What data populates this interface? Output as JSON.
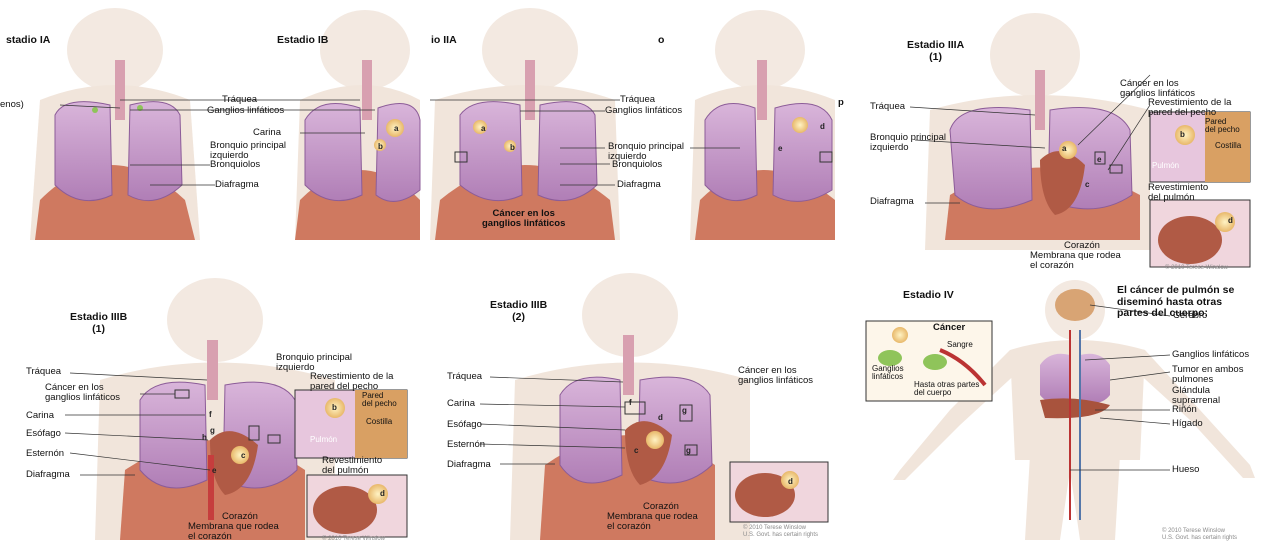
{
  "panels": {
    "p1": {
      "title": "stadio IA",
      "partial": "enos)"
    },
    "p2": {
      "title": "Estadio IB"
    },
    "p3": {
      "title": "io IIA"
    },
    "p4": {
      "title": "o",
      "partial": "p"
    },
    "p5": {
      "title": "Estadio IIIA",
      "subtitle": "(1)",
      "copyright": "© 2010 Terese Winslow"
    },
    "p6": {
      "title": "Estadio IIIB",
      "subtitle": "(1)",
      "copyright": "© 2010 Terese Winslow"
    },
    "p7": {
      "title": "Estadio IIIB",
      "subtitle": "(2)",
      "copyright_1": "© 2010 Terese Winslow",
      "copyright_2": "U.S. Govt. has certain rights"
    },
    "p8": {
      "title": "Estadio IV",
      "subtitle_1": "El cáncer de pulmón se",
      "subtitle_2": "diseminó hasta otras",
      "subtitle_3": "partes del cuerpo:",
      "copyright_1": "© 2010 Terese Winslow",
      "copyright_2": "U.S. Govt. has certain rights"
    }
  },
  "labels": {
    "traquea": "Tráquea",
    "ganglios": "Ganglios linfáticos",
    "carina": "Carina",
    "bronquio_1": "Bronquio principal",
    "bronquio_2": "izquierdo",
    "bronquiolos": "Bronquiolos",
    "diafragma": "Diafragma",
    "cancer_ganglios_1": "Cáncer en los",
    "cancer_ganglios_2": "ganglios linfáticos",
    "revest_pared_1": "Revestimiento de la",
    "revest_pared_2": "pared del pecho",
    "pared_1": "Pared",
    "pared_2": "del pecho",
    "costilla": "Costilla",
    "pulmon": "Pulmón",
    "revest_pulmon_1": "Revestimiento",
    "revest_pulmon_2": "del pulmón",
    "corazon": "Corazón",
    "membrana_1": "Membrana que rodea",
    "membrana_2": "el corazón",
    "esofago": "Esófago",
    "esternon": "Esternón",
    "cerebro": "Cerebro",
    "tumor_1": "Tumor en ambos",
    "tumor_2": "pulmones",
    "glandula_1": "Glándula",
    "glandula_2": "suprarrenal",
    "rinon": "Riñón",
    "higado": "Hígado",
    "hueso": "Hueso",
    "cancer": "Cáncer",
    "sangre": "Sangre",
    "hasta_1": "Hasta otras partes",
    "hasta_2": "del cuerpo"
  },
  "letters": {
    "a": "a",
    "b": "b",
    "c": "c",
    "d": "d",
    "e": "e",
    "f": "f",
    "g": "g"
  },
  "colors": {
    "lung": "#c99ac8",
    "lung_dark": "#9a6aa5",
    "diaphragm": "#c9664a",
    "trachea": "#d8a0b0",
    "skin": "#efe2d7",
    "node": "#8fc45a",
    "tumor": "#f2d28a",
    "heart": "#b05a45"
  }
}
